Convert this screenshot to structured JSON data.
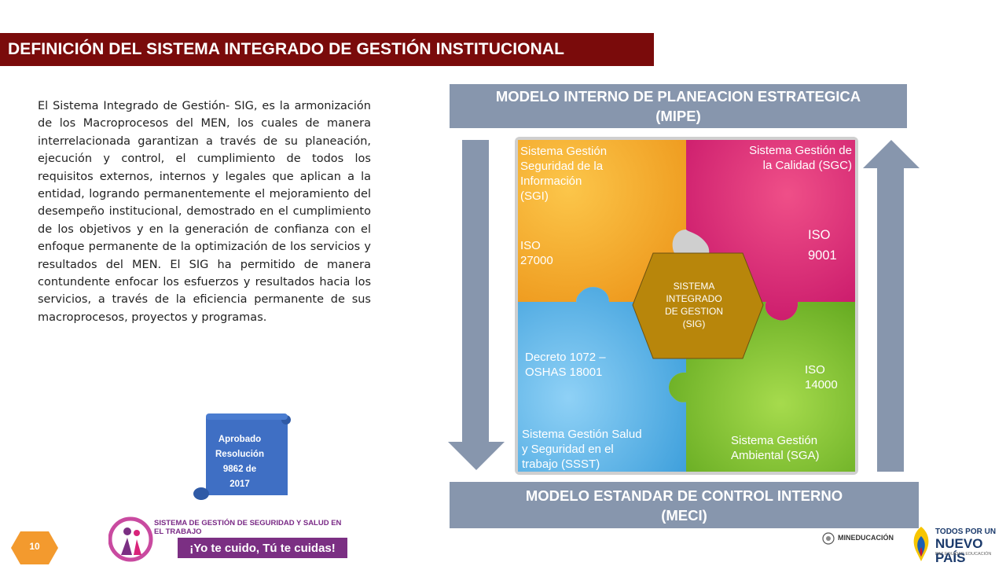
{
  "title": "DEFINICIÓN DEL SISTEMA INTEGRADO DE GESTIÓN INSTITUCIONAL",
  "body_text": "El Sistema Integrado de Gestión- SIG, es la armonización de los  Macroprocesos del MEN, los cuales de manera interrelacionada garantizan  a través de su planeación, ejecución y control, el cumplimiento de todos los requisitos externos, internos y legales que aplican a la entidad, logrando permanentemente el mejoramiento del desempeño institucional, demostrado en el cumplimiento de los objetivos y en la generación de confianza con el enfoque permanente de la optimización de los  servicios y resultados del MEN. El SIG ha permitido de manera contundente enfocar los esfuerzos y resultados hacia los servicios, a través de la eficiencia permanente de sus macroprocesos, proyectos y programas.",
  "scroll": {
    "line1": "Aprobado",
    "line2": "Resolución",
    "line3": "9862 de",
    "line4": "2017"
  },
  "top_model": {
    "line1": "MODELO INTERNO  DE PLANEACION ESTRATEGICA",
    "line2": "(MIPE)"
  },
  "bottom_model": {
    "line1": "MODELO  ESTANDAR DE CONTROL INTERNO",
    "line2": "(MECI)"
  },
  "puzzle": {
    "sgi": {
      "line1": "Sistema Gestión",
      "line2": "Seguridad de la",
      "line3": "Información",
      "line4": "(SGI)",
      "iso1": "ISO",
      "iso2": "27000"
    },
    "sgc": {
      "line1": "Sistema Gestión de",
      "line2": "la Calidad  (SGC)",
      "iso1": "ISO",
      "iso2": "9001"
    },
    "ssst": {
      "dec1": "Decreto 1072 –",
      "dec2": "OSHAS 18001",
      "line1": "Sistema Gestión Salud",
      "line2": "y Seguridad en el",
      "line3": "trabajo (SSST)"
    },
    "sga": {
      "iso1": "ISO",
      "iso2": "14000",
      "line1": "Sistema Gestión",
      "line2": "Ambiental  (SGA)"
    },
    "center": {
      "line1": "SISTEMA",
      "line2": "INTEGRADO",
      "line3": "DE GESTION",
      "line4": "(SIG)"
    }
  },
  "footer": {
    "program": "SISTEMA DE GESTIÓN DE SEGURIDAD Y SALUD EN EL TRABAJO",
    "slogan": "¡Yo te cuido, Tú te cuidas!",
    "page_number": "10",
    "ministry": "MINEDUCACIÓN",
    "gov1": "TODOS POR UN",
    "gov2": "NUEVO PAÍS",
    "gov3": "PAZ  EQUIDAD  EDUCACIÓN"
  },
  "colors": {
    "title_bg": "#7a0b0b",
    "band": "#8796ad",
    "orange": "#f4a623",
    "magenta": "#d9237a",
    "blue": "#5ab2e8",
    "green": "#7cc02c",
    "hexagon": "#b8860b",
    "scroll": "#3f6fc4"
  }
}
